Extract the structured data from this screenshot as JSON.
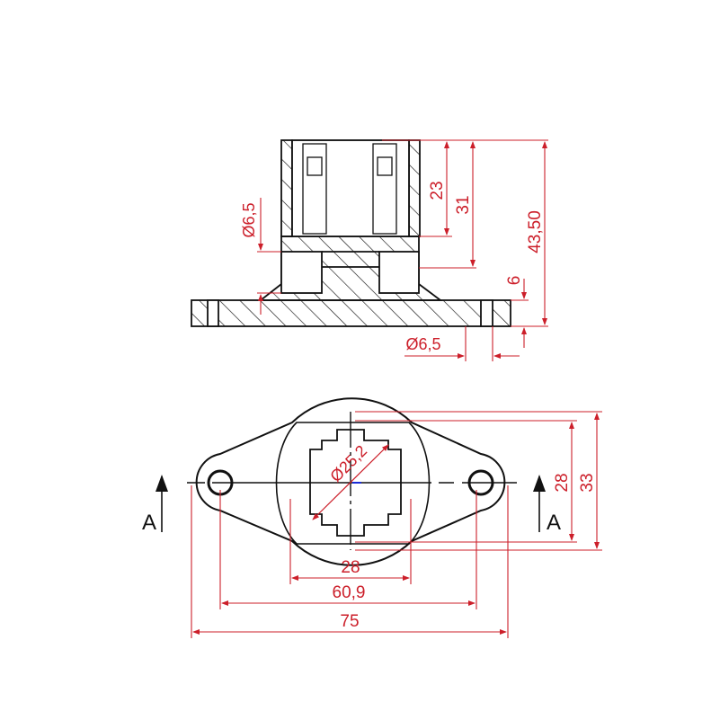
{
  "drawing": {
    "colors": {
      "outline": "#111111",
      "dimension": "#cc1f2a",
      "hatch": "#111111",
      "center_mark": "#1a2bd6"
    },
    "front_view": {
      "dims": {
        "height_23": "23",
        "height_31": "31",
        "height_total": "43,50",
        "base_thickness": "6",
        "side_hole_dia": "Ø6,5",
        "base_hole_dia": "Ø6,5"
      }
    },
    "top_view": {
      "dims": {
        "bore_dia": "Ø25,2",
        "width_28": "28",
        "hole_spacing": "60,9",
        "overall_length": "75",
        "vertical_28": "28",
        "vertical_33": "33"
      },
      "section_labels": {
        "left": "A",
        "right": "A"
      }
    }
  }
}
